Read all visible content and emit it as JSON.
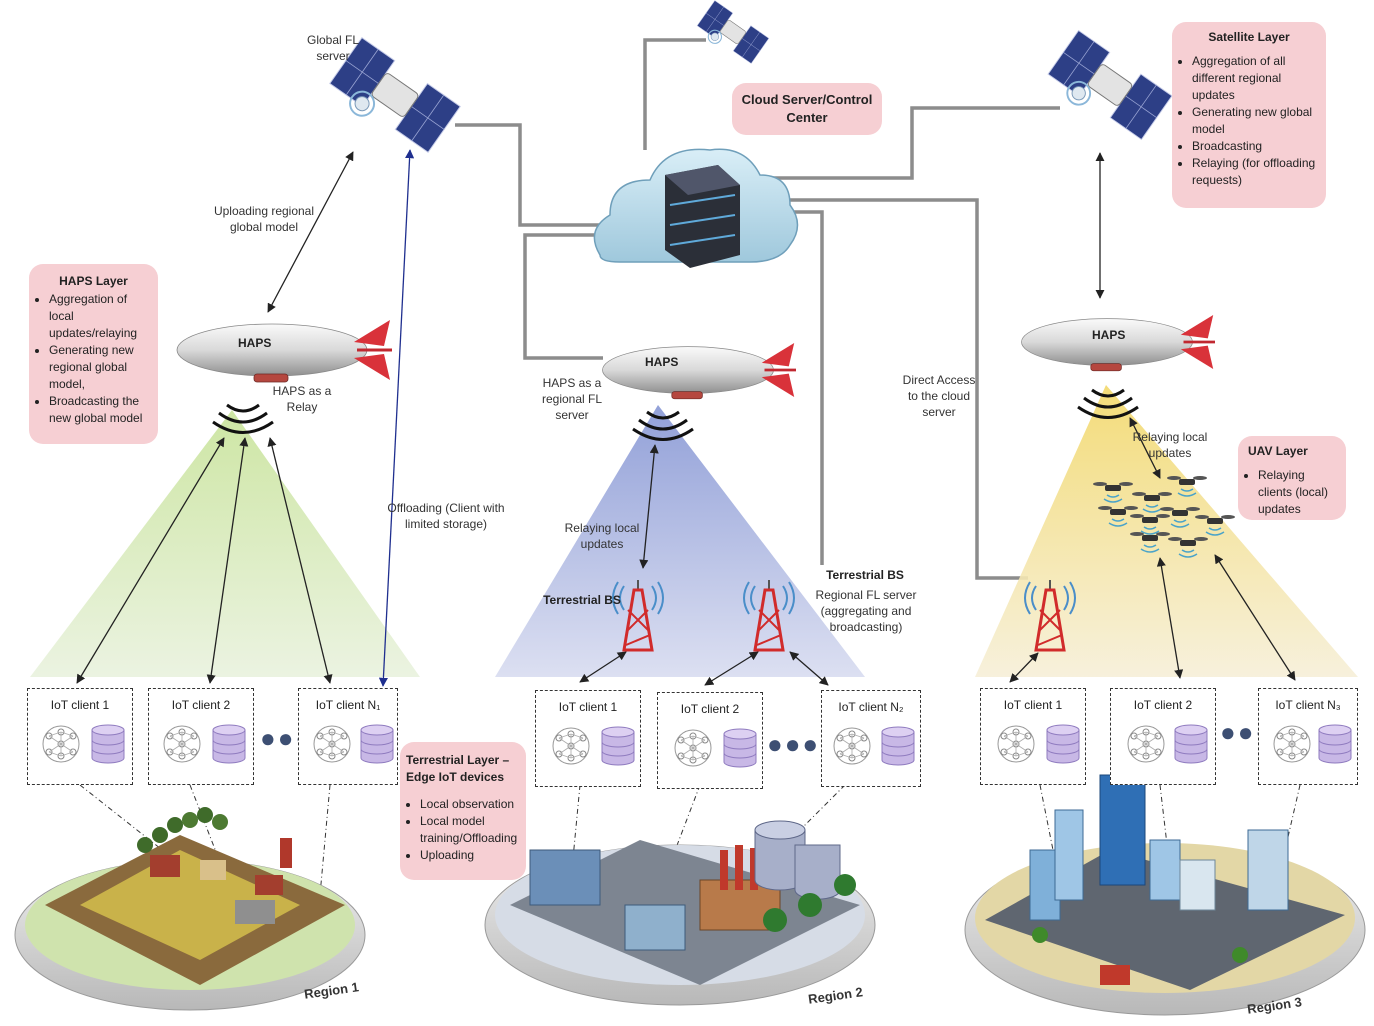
{
  "cloud": {
    "label": "Cloud Server/Control Center"
  },
  "global_fl": {
    "label": "Global FL server"
  },
  "uploading": {
    "label": "Uploading regional global model"
  },
  "offloading": {
    "label": "Offloading (Client with limited storage)"
  },
  "haps_layer": {
    "title": "HAPS Layer",
    "items": [
      "Aggregation of local updates/relaying",
      "Generating new regional global model,",
      "Broadcasting the new global model"
    ]
  },
  "satellite_layer": {
    "title": "Satellite Layer",
    "items": [
      "Aggregation of all different regional updates",
      "Generating new global model",
      "Broadcasting",
      "Relaying (for offloading requests)"
    ]
  },
  "uav_layer": {
    "title": "UAV Layer",
    "items": [
      "Relaying clients (local) updates"
    ]
  },
  "terrestrial_layer": {
    "title": "Terrestrial Layer – Edge IoT devices",
    "items": [
      "Local observation",
      "Local model training/Offloading",
      "Uploading"
    ]
  },
  "haps_names": {
    "r1": "HAPS",
    "r2": "HAPS",
    "r3": "HAPS"
  },
  "haps_relay": {
    "label": "HAPS as a Relay"
  },
  "haps_regional": {
    "label": "HAPS as a regional FL server"
  },
  "relaying_local_r2": {
    "label": "Relaying local updates"
  },
  "relaying_local_r3": {
    "label": "Relaying local updates"
  },
  "terrestrial_bs_left": {
    "label": "Terrestrial BS"
  },
  "terrestrial_bs_right": {
    "title": "Terrestrial BS",
    "desc": "Regional FL server (aggregating and broadcasting)"
  },
  "direct_access": {
    "label": "Direct Access to the cloud server"
  },
  "clients": {
    "r1": [
      "IoT client 1",
      "IoT client 2",
      "IoT client N₁"
    ],
    "r2": [
      "IoT client 1",
      "IoT client 2",
      "IoT client N₂"
    ],
    "r3": [
      "IoT client 1",
      "IoT client 2",
      "IoT client N₃"
    ]
  },
  "regions": [
    "Region 1",
    "Region 2",
    "Region 3"
  ],
  "colors": {
    "pink": "#f6cfd3",
    "beam_green": "#b7d98c",
    "beam_blue": "#8e9ed6",
    "beam_yellow": "#f2dc78",
    "arrow": "#222222",
    "uplink_blue": "#1f2f8f"
  }
}
